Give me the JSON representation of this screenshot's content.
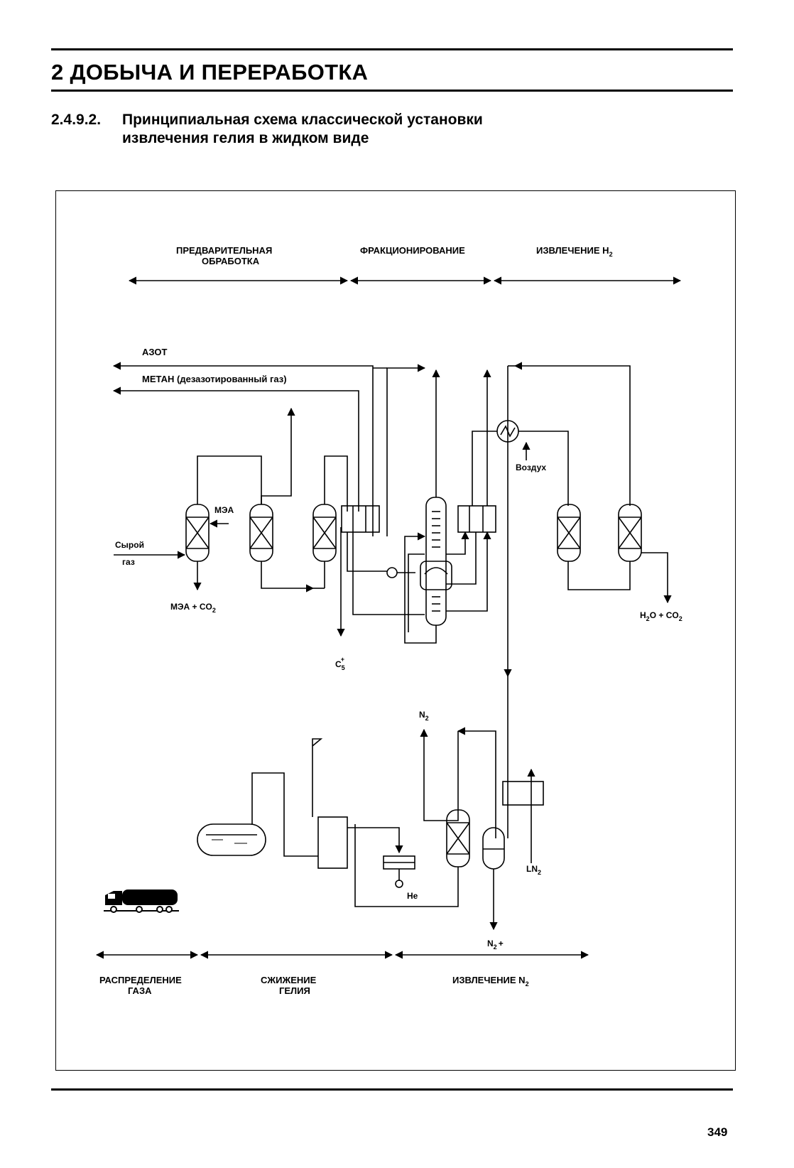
{
  "header": {
    "chapter_title": "2  ДОБЫЧА И ПЕРЕРАБОТКА",
    "section_number": "2.4.9.2.",
    "section_title_line1": "Принципиальная схема классической установки",
    "section_title_line2": "извлечения гелия в жидком виде"
  },
  "diagram": {
    "stages_top": {
      "pretreatment_line1": "ПРЕДВАРИТЕЛЬНАЯ",
      "pretreatment_line2": "ОБРАБОТКА",
      "fractionation": "ФРАКЦИОНИРОВАНИЕ",
      "h2_removal": "ИЗВЛЕЧЕНИЕ H",
      "h2_sub": "2"
    },
    "stages_bottom": {
      "distribution_line1": "РАСПРЕДЕЛЕНИЕ",
      "distribution_line2": "ГАЗА",
      "liquefaction_line1": "СЖИЖЕНИЕ",
      "liquefaction_line2": "ГЕЛИЯ",
      "n2_removal": "ИЗВЛЕЧЕНИЕ N",
      "n2_sub": "2"
    },
    "labels": {
      "nitrogen": "АЗОТ",
      "methane": "МЕТАН (дезазотированный газ)",
      "raw_gas_line1": "Сырой",
      "raw_gas_line2": "газ",
      "mea": "МЭА",
      "mea_co2_prefix": "МЭА + CO",
      "co2_sub": "2",
      "c5_main": "C",
      "c5_sub": "5",
      "c5_sup": "+",
      "air": "Воздух",
      "h2o_co2_a": "H",
      "h2o_co2_b": "O + CO",
      "n2_top": "N",
      "ln2": "LN",
      "he": "He",
      "n2_plus_a": "N",
      "n2_plus_b": "+"
    }
  },
  "footer": {
    "page_number": "349"
  }
}
